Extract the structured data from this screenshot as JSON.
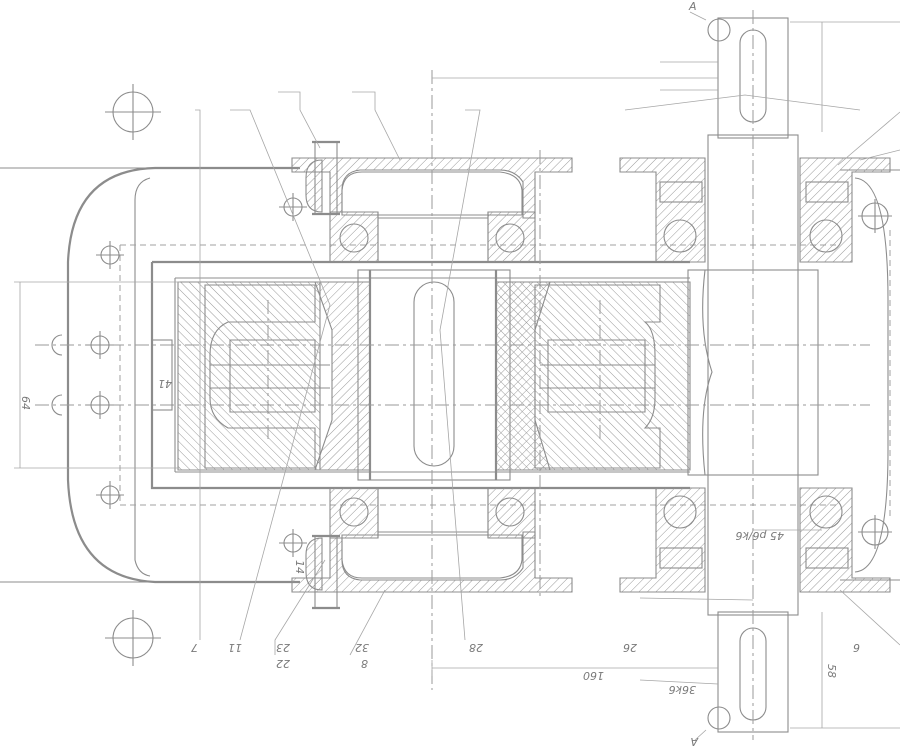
{
  "labels": {
    "section_mark_top": "A",
    "section_mark_bottom": "A",
    "part_7": "7",
    "part_11": "11",
    "part_23": "23",
    "part_22": "22",
    "part_32": "32",
    "part_8": "8",
    "part_28": "28",
    "part_26": "26",
    "part_6": "6",
    "part_41": "41",
    "part_14": "14"
  },
  "dimensions": {
    "height_64": "64",
    "length_160": "160",
    "shaft_58": "58",
    "fit_36k6": "36k6",
    "fit_45p6k6": "45 p6/k6"
  }
}
